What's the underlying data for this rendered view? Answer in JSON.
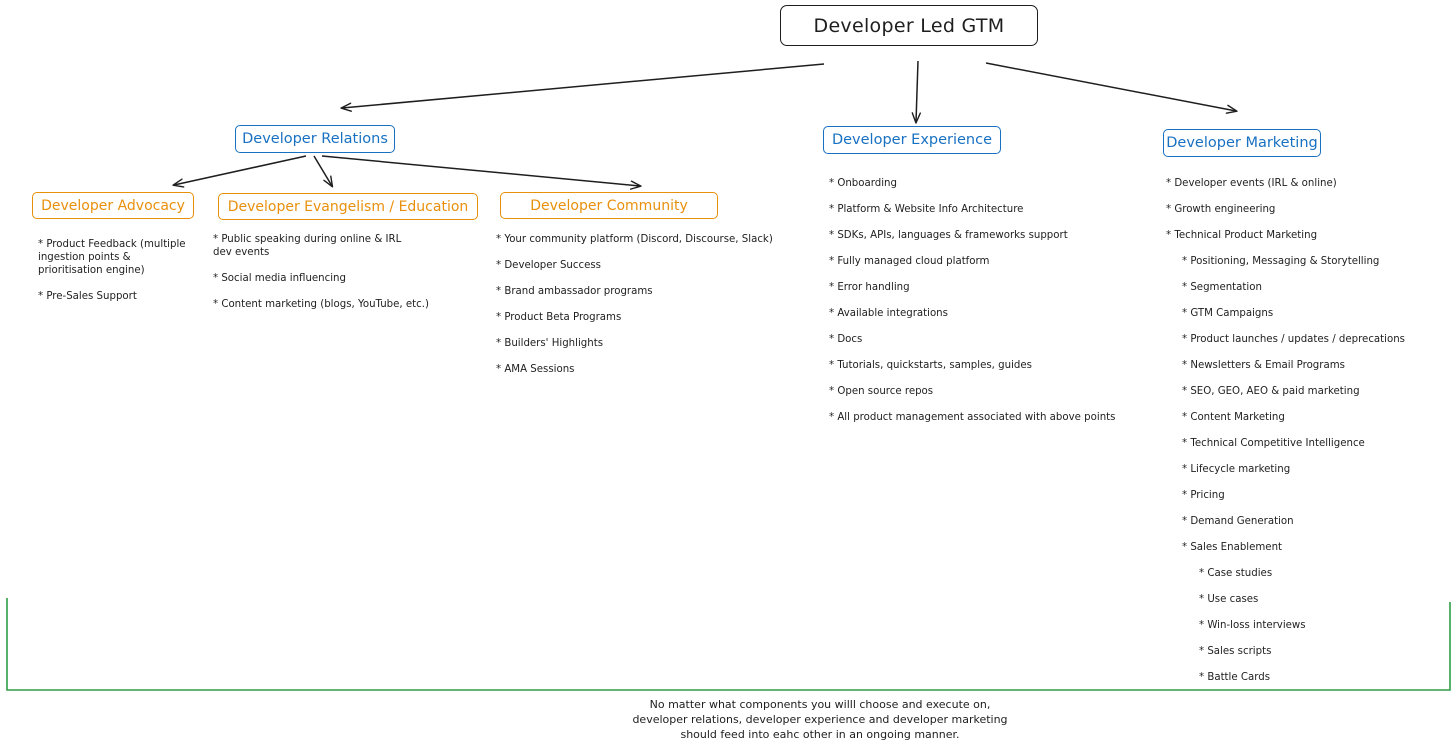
{
  "root": {
    "label": "Developer Led GTM"
  },
  "developer_relations": {
    "label": "Developer Relations",
    "advocacy": {
      "label": "Developer Advocacy",
      "items": [
        "* Product Feedback (multiple ingestion points & prioritisation engine)",
        "* Pre-Sales Support"
      ]
    },
    "evangelism": {
      "label": "Developer Evangelism / Education",
      "items": [
        "* Public speaking during online & IRL dev events",
        "* Social media influencing",
        "* Content marketing (blogs, YouTube, etc.)"
      ]
    },
    "community": {
      "label": "Developer Community",
      "items": [
        "* Your community platform (Discord, Discourse, Slack)",
        "* Developer Success",
        "* Brand ambassador programs",
        "* Product Beta Programs",
        "* Builders' Highlights",
        "* AMA Sessions"
      ]
    }
  },
  "developer_experience": {
    "label": "Developer Experience",
    "items": [
      "* Onboarding",
      "* Platform & Website Info Architecture",
      "* SDKs, APIs, languages & frameworks support",
      "* Fully managed cloud platform",
      "* Error handling",
      "* Available integrations",
      "* Docs",
      "* Tutorials, quickstarts, samples, guides",
      "* Open source repos",
      "* All product management associated with above points"
    ]
  },
  "developer_marketing": {
    "label": "Developer Marketing",
    "items": [
      {
        "text": "* Developer events (IRL & online)",
        "level": 1
      },
      {
        "text": "* Growth engineering",
        "level": 1
      },
      {
        "text": "* Technical Product Marketing",
        "level": 1
      },
      {
        "text": "* Positioning, Messaging & Storytelling",
        "level": 2
      },
      {
        "text": "* Segmentation",
        "level": 2
      },
      {
        "text": "* GTM Campaigns",
        "level": 2
      },
      {
        "text": "* Product launches / updates / deprecations",
        "level": 2
      },
      {
        "text": "* Newsletters & Email Programs",
        "level": 2
      },
      {
        "text": "* SEO, GEO, AEO & paid marketing",
        "level": 2
      },
      {
        "text": "* Content Marketing",
        "level": 2
      },
      {
        "text": "* Technical Competitive Intelligence",
        "level": 2
      },
      {
        "text": "* Lifecycle marketing",
        "level": 2
      },
      {
        "text": "* Pricing",
        "level": 2
      },
      {
        "text": "* Demand Generation",
        "level": 2
      },
      {
        "text": "* Sales Enablement",
        "level": 2
      },
      {
        "text": "* Case studies",
        "level": 3
      },
      {
        "text": "* Use cases",
        "level": 3
      },
      {
        "text": "* Win-loss interviews",
        "level": 3
      },
      {
        "text": "* Sales scripts",
        "level": 3
      },
      {
        "text": "* Battle Cards",
        "level": 3
      }
    ]
  },
  "footer": {
    "lines": [
      "No matter what components you willl choose and execute on,",
      "developer relations, developer experience and developer marketing",
      "should feed into eahc other in an ongoing manner."
    ]
  },
  "colors": {
    "ink": "#1e1e1e",
    "blue": "#1971c2",
    "orange": "#e8900c",
    "green": "#2f9e44"
  }
}
